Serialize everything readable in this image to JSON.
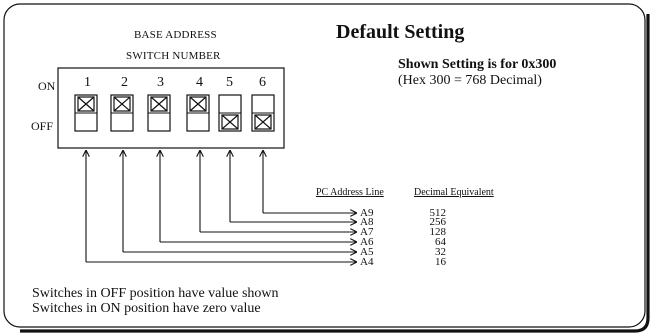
{
  "title": "Default Setting",
  "header": {
    "line1": "BASE ADDRESS",
    "line2": "SWITCH NUMBER"
  },
  "note": {
    "line1": "Shown Setting is for 0x300",
    "line2": "(Hex 300 = 768 Decimal)"
  },
  "labels": {
    "on": "ON",
    "off": "OFF"
  },
  "switches": [
    {
      "number": "1",
      "state": "ON"
    },
    {
      "number": "2",
      "state": "ON"
    },
    {
      "number": "3",
      "state": "ON"
    },
    {
      "number": "4",
      "state": "ON"
    },
    {
      "number": "5",
      "state": "OFF"
    },
    {
      "number": "6",
      "state": "OFF"
    }
  ],
  "table": {
    "col_address": "PC Address Line",
    "col_decimal": "Decimal Equivalent",
    "rows": [
      {
        "line": "A9",
        "value": "512"
      },
      {
        "line": "A8",
        "value": "256"
      },
      {
        "line": "A7",
        "value": "128"
      },
      {
        "line": "A6",
        "value": "64"
      },
      {
        "line": "A5",
        "value": "32"
      },
      {
        "line": "A4",
        "value": "16"
      }
    ]
  },
  "footer": {
    "line1": "Switches in OFF position have value shown",
    "line2": "Switches in ON position have zero value"
  }
}
